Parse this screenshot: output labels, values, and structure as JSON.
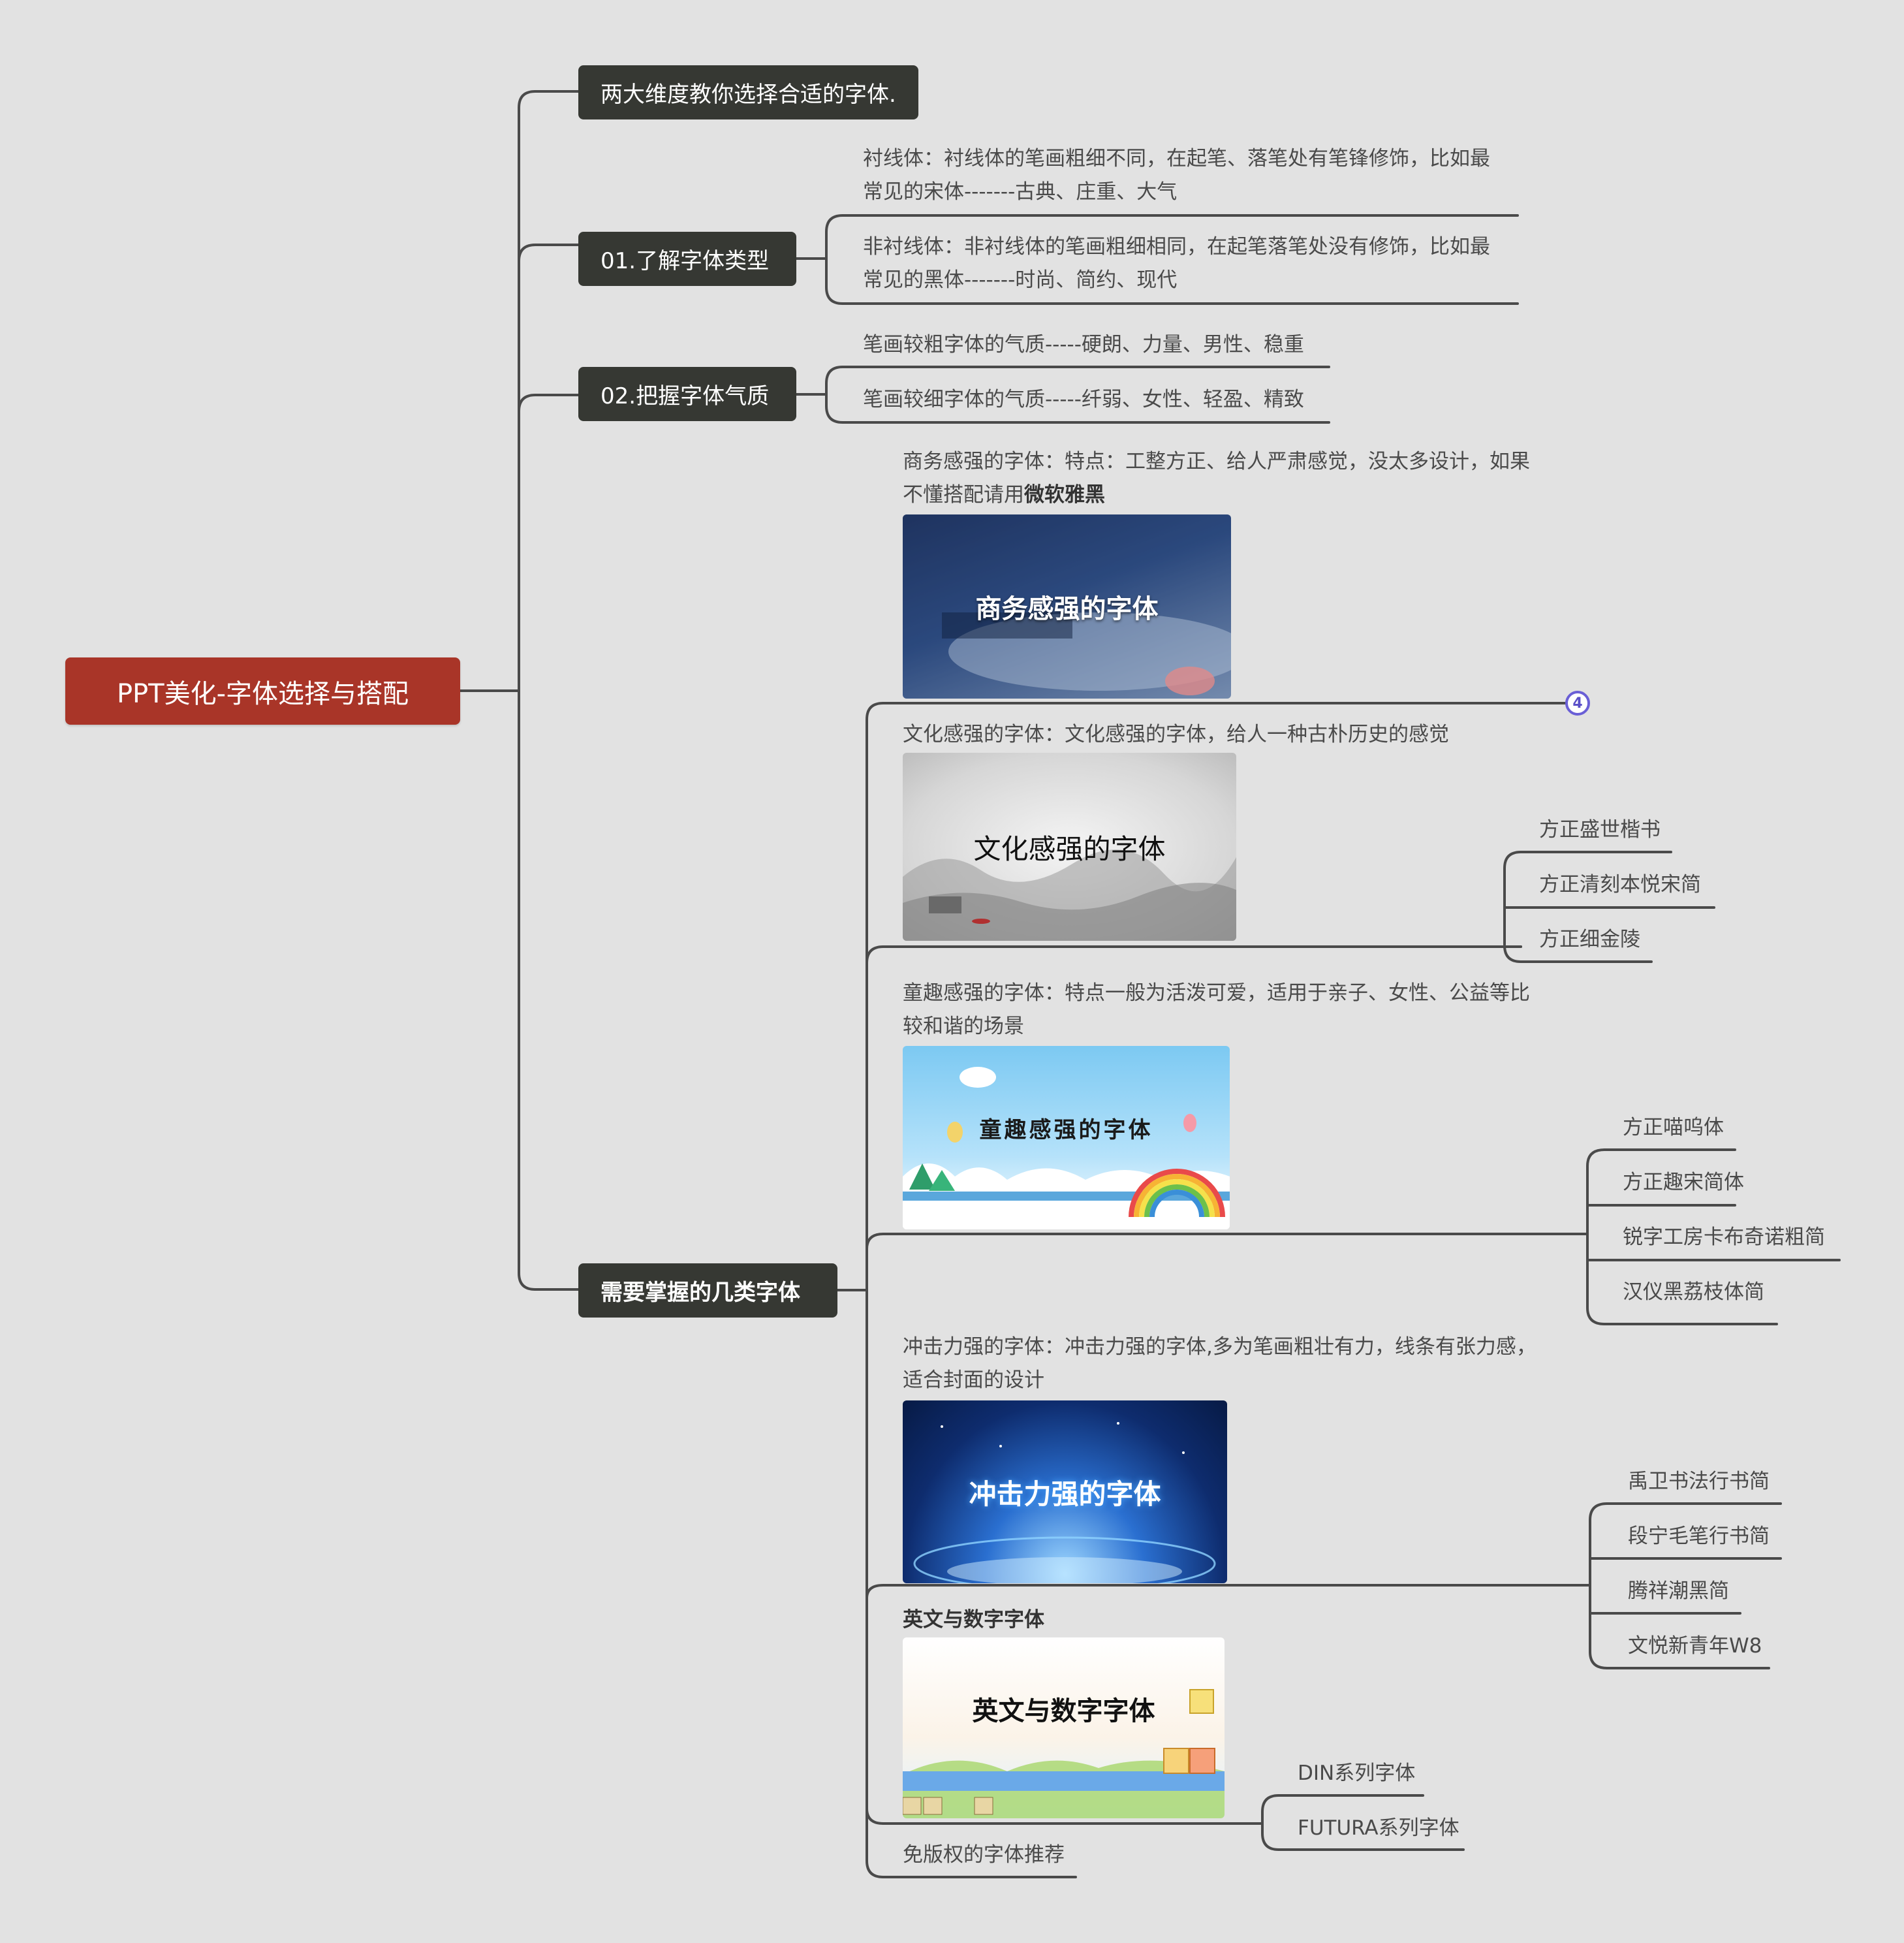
{
  "root": {
    "label": "PPT美化-字体选择与搭配",
    "color": "#a93528"
  },
  "topics": {
    "intro": {
      "label": "两大维度教你选择合适的字体."
    },
    "types": {
      "label": "01.了解字体类型",
      "serif": {
        "line1": "衬线体：衬线体的笔画粗细不同，在起笔、落笔处有笔锋修饰，比如最",
        "line2": "常见的宋体-------古典、庄重、大气"
      },
      "sans": {
        "line1": "非衬线体：非衬线体的笔画粗细相同，在起笔落笔处没有修饰，比如最",
        "line2": "常见的黑体-------时尚、简约、现代"
      }
    },
    "temper": {
      "label": "02.把握字体气质",
      "thick": "笔画较粗字体的气质-----硬朗、力量、男性、稳重",
      "thin": "笔画较细字体的气质-----纤弱、女性、轻盈、精致"
    },
    "kinds": {
      "label": "需要掌握的几类字体",
      "badge": "4",
      "business": {
        "line1": "商务感强的字体：特点：工整方正、给人严肃感觉，没太多设计，如果",
        "line2_prefix": "不懂搭配请用",
        "line2_bold": "微软雅黑",
        "image_caption": "商务感强的字体",
        "image_icon": "business-photo-thumbnail"
      },
      "culture": {
        "line1": "文化感强的字体：文化感强的字体，给人一种古朴历史的感觉",
        "image_caption": "文化感强的字体",
        "image_icon": "ink-landscape-thumbnail",
        "fonts": [
          "方正盛世楷书",
          "方正清刻本悦宋简",
          "方正细金陵"
        ]
      },
      "fun": {
        "line1": "童趣感强的字体：特点一般为活泼可爱，适用于亲子、女性、公益等比",
        "line2": "较和谐的场景",
        "image_caption": "童趣感强的字体",
        "image_icon": "cartoon-sky-thumbnail",
        "fonts": [
          "方正喵呜体",
          "方正趣宋简体",
          "锐字工房卡布奇诺粗简",
          "汉仪黑荔枝体简"
        ]
      },
      "impact": {
        "line1": "冲击力强的字体：冲击力强的字体,多为笔画粗壮有力，线条有张力感，",
        "line2": "适合封面的设计",
        "image_caption": "冲击力强的字体",
        "image_icon": "tech-glow-thumbnail",
        "fonts": [
          "禹卫书法行书简",
          "段宁毛笔行书简",
          "腾祥潮黑简",
          "文悦新青年W8"
        ]
      },
      "english": {
        "label": "英文与数字字体",
        "image_caption": "英文与数字字体",
        "image_icon": "alphabet-blocks-thumbnail",
        "fonts": [
          "DIN系列字体",
          "FUTURA系列字体"
        ]
      },
      "free": {
        "label": "免版权的字体推荐"
      }
    }
  },
  "colors": {
    "background": "#e2e2e2",
    "branch_fill": "#363833",
    "connector": "#4a4a4a",
    "badge": "#6a5fd6"
  }
}
